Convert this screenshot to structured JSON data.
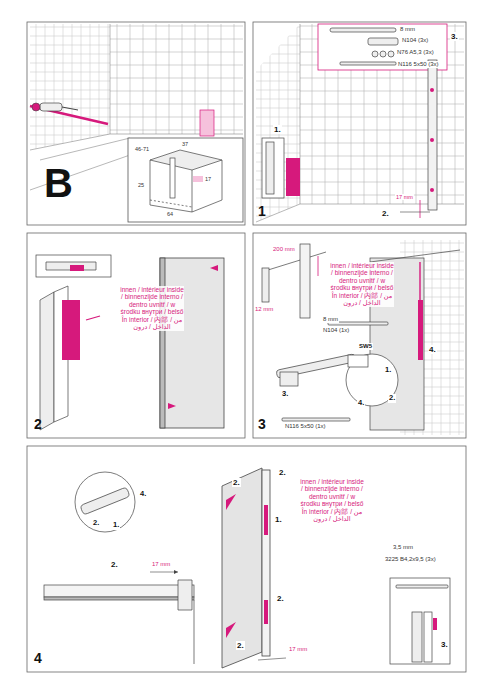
{
  "diagram": {
    "labels": [
      "B",
      "46-71",
      "37",
      "25",
      "17",
      "64",
      "1",
      "8 mm",
      "N104 (3x)",
      "N76 A5,3 (3x)",
      "N116 5x50 (3x)",
      "1.",
      "2.",
      "3.",
      "17 mm",
      "innen / intérieur inside / binnenzijde interno / dentro uvnitř / w środku внутри / belső În interior / 内部 / من الداخل / درون",
      "2",
      "200 mm",
      "12 mm",
      "8 mm",
      "N104 (1x)",
      "SW5",
      "1.",
      "2.",
      "3.",
      "4.",
      "N116 5x50 (1x)",
      "innen / intérieur inside / binnenzijde interno / dentro uvnitř / w środku внутри / belső În interior / 内部 / من الداخل / درون",
      "4.",
      "3",
      "4.",
      "2.",
      "1.",
      "2.",
      "17 mm",
      "2.",
      "2.",
      "1.",
      "2.",
      "innen / intérieur inside / binnenzijde interno / dentro uvnitř / w środku внутри / belső În interior / 内部 / من الداخل / درون",
      "3,5 mm",
      "3225 B4,2x9,5 (3x)",
      "3.",
      "17 mm",
      "2.",
      "4"
    ]
  }
}
